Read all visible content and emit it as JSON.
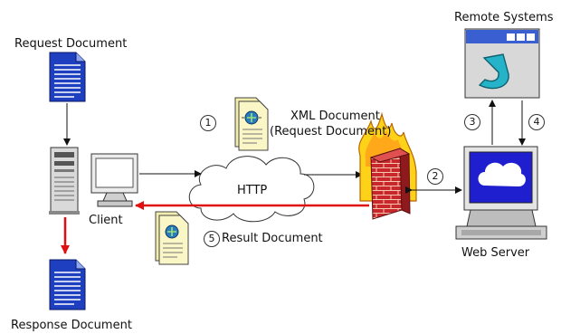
{
  "labels": {
    "request_document": "Request Document",
    "response_document": "Response Document",
    "client": "Client",
    "http": "HTTP",
    "xml_document": "XML Document",
    "xml_request": "(Request Document)",
    "result_document": "Result Document",
    "web_server": "Web Server",
    "remote_systems": "Remote Systems"
  },
  "steps": [
    "1",
    "2",
    "3",
    "4",
    "5"
  ],
  "colors": {
    "doc_blue": "#1e3fbf",
    "arrow_red": "#e01010",
    "screen_blue": "#1f1fd0",
    "brick": "#c8282c",
    "flame": "#ffd21a",
    "remote_header": "#3a5fd0"
  },
  "icons": [
    "document-icon",
    "cloud-icon",
    "firewall-icon",
    "computer-icon",
    "server-tower-icon",
    "xml-document-icon",
    "remote-systems-icon"
  ]
}
